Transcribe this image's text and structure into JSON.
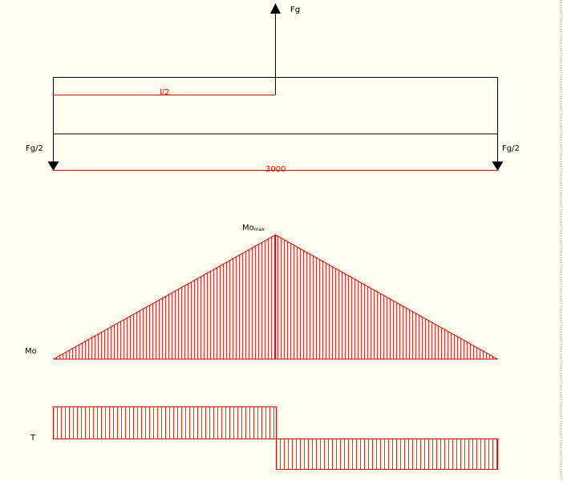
{
  "labels": {
    "force_top": "Fg",
    "half_length": "l/2",
    "reaction_left": "Fg/2",
    "reaction_right": "Fg/2",
    "span_length": "3000",
    "moment_max_main": "Mo",
    "moment_max_sub": "max",
    "moment_axis": "Mo",
    "shear_axis": "T"
  },
  "colors": {
    "background": "#FFFCF0",
    "structure": "#000000",
    "diagram": "#CC0000",
    "dimension": "#E00000"
  }
}
